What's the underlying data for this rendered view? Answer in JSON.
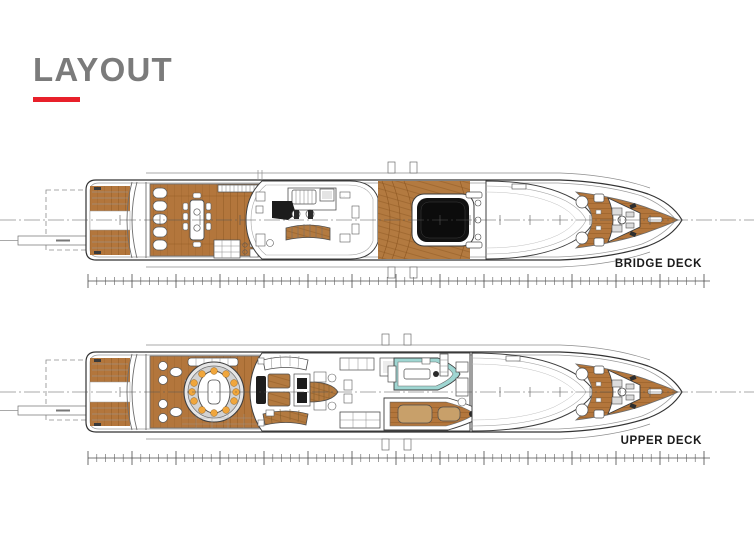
{
  "header": {
    "title": "LAYOUT",
    "accent_color": "#e8202a",
    "title_color": "#7b7b7b"
  },
  "palette": {
    "teak": "#b3763c",
    "teak_dark": "#8f5a27",
    "teak_light": "#c99262",
    "hull_outline": "#3a3a3a",
    "hull_fill": "#ffffff",
    "superstructure": "#fdfdfd",
    "detail_gray": "#6d6d6d",
    "detail_light": "#b9b9b9",
    "pool_dark": "#141414",
    "tender_teal": "#9fd6d2",
    "tender_tan": "#c8a06a",
    "background": "#ffffff"
  },
  "decks": [
    {
      "id": "bridge",
      "label": "BRIDGE DECK",
      "features": [
        "sun-loungers",
        "alfresco-dining-table",
        "bar-counter",
        "spa-pool",
        "bridge-console",
        "bow-seating",
        "anchor-windlass",
        "mooring-winches",
        "aft-swim-platform"
      ],
      "scale": {
        "major_ticks": 14,
        "minor_per_major": 5,
        "visible": true
      }
    },
    {
      "id": "upper",
      "label": "UPPER DECK",
      "features": [
        "circular-dining-table",
        "aft-deck-seating",
        "lounge-sofas",
        "staircase",
        "galley",
        "tender-garage",
        "tender-boat-a",
        "tender-boat-b",
        "crane-davit",
        "bow-seating",
        "anchor-windlass",
        "aft-swim-platform"
      ],
      "scale": {
        "major_ticks": 14,
        "minor_per_major": 5,
        "visible": true
      }
    }
  ]
}
